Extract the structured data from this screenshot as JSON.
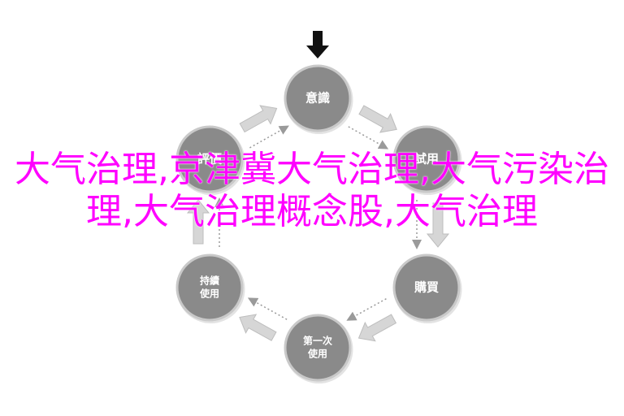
{
  "diagram": {
    "nodes": [
      {
        "id": "awareness",
        "label": [
          "意識"
        ]
      },
      {
        "id": "evaluation",
        "label": [
          "評價"
        ]
      },
      {
        "id": "trial",
        "label": [
          "試用"
        ]
      },
      {
        "id": "purchase",
        "label": [
          "購買"
        ]
      },
      {
        "id": "first_use",
        "label": [
          "第一次",
          "使用"
        ]
      },
      {
        "id": "continued_use",
        "label": [
          "持續",
          "使用"
        ]
      }
    ],
    "colors": {
      "node_fill": "#8a8a8a",
      "node_stroke": "#c9c9c9",
      "arrow_fill": "#d6d6d6",
      "arrow_stroke": "#bdbdbd",
      "dashed_arrow": "#9a9a9a",
      "entry_arrow": "#111111"
    }
  },
  "overlay": {
    "text": "大气治理,京津冀大气治理,大气污染治理,大气治理概念股,大气治理",
    "color": "#ff00ff"
  }
}
